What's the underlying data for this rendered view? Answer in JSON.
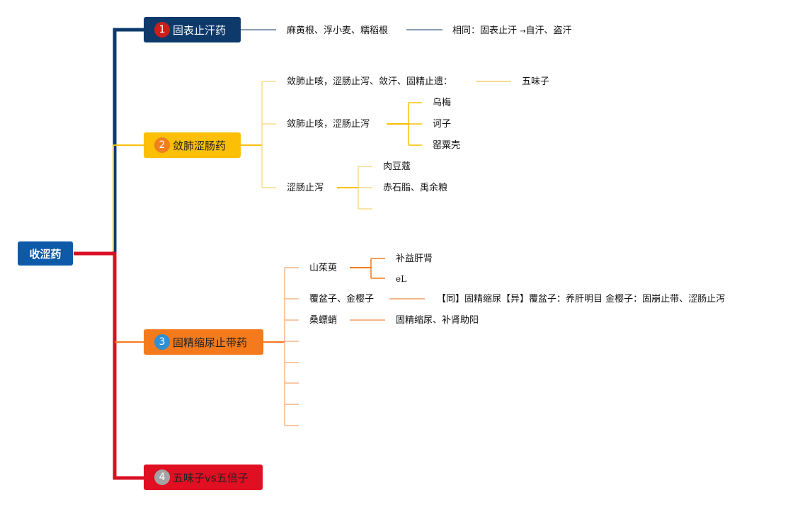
{
  "root": {
    "label": "收涩药",
    "color": "#0d5aa8"
  },
  "topics": [
    {
      "num": "1",
      "label": "固表止汗药",
      "color": "#0e3a6b",
      "badge_color": "#cc1f1a"
    },
    {
      "num": "2",
      "label": "敛肺涩肠药",
      "color": "#fbbf05",
      "badge_color": "#f07f1d"
    },
    {
      "num": "3",
      "label": "固精缩尿止带药",
      "color": "#f47a1c",
      "badge_color": "#2f8fd1"
    },
    {
      "num": "4",
      "label": "五味子vs五倍子",
      "color": "#e10f22",
      "badge_color": "#a3a3a3"
    }
  ],
  "branch1": {
    "herbs": "麻黄根、浮小麦、糯稻根",
    "note_prefix": "相同：固表止汗",
    "note_arrow": "→",
    "note_suffix": "自汗、盗汗"
  },
  "branch2": {
    "group1": {
      "label": "敛肺止咳，涩肠止泻、敛汗、固精止遗：",
      "herbs": [
        "五味子"
      ]
    },
    "group2": {
      "label": "敛肺止咳，涩肠止泻",
      "herbs": [
        "乌梅",
        "诃子",
        "罂粟壳"
      ]
    },
    "group3": {
      "label": "涩肠止泻",
      "herbs": [
        "肉豆蔻",
        "赤石脂、禹余粮"
      ]
    }
  },
  "branch3": {
    "item1": {
      "label": "山茱萸",
      "notes": [
        "补益肝肾",
        "eL"
      ]
    },
    "item2": {
      "label": "覆盆子、金樱子",
      "note": "【同】固精缩尿【异】覆盆子：养肝明目 金樱子：固崩止带、涩肠止泻"
    },
    "item3": {
      "label": "桑螵蛸",
      "note": "固精缩尿、补肾助阳"
    }
  },
  "line_colors": {
    "navy": "#0e3a6b",
    "yellow": "#fbbf05",
    "yellow_light": "#f7dc8c",
    "orange": "#f47a1c",
    "orange_light": "#f6b68a",
    "red": "#d90f24"
  }
}
